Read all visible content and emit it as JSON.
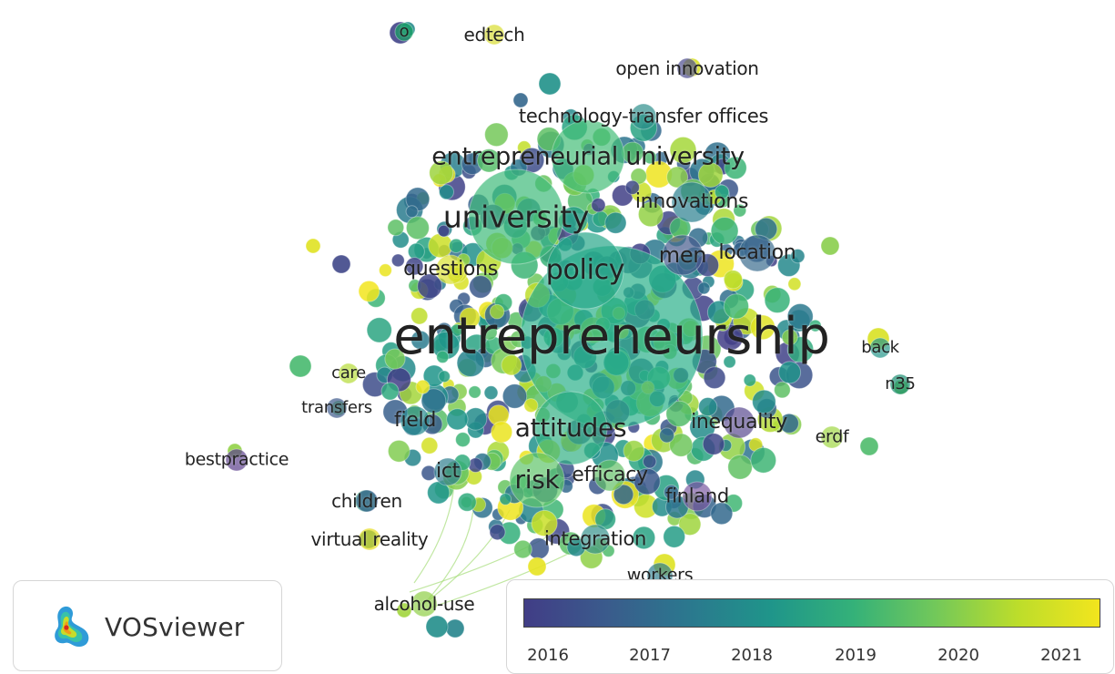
{
  "network": {
    "terms": [
      {
        "id": "t-entrepreneurship",
        "label": "entrepreneurship",
        "color": "#2bb08a"
      },
      {
        "id": "t-university",
        "label": "university",
        "color": "#3fbb7a"
      },
      {
        "id": "t-entrepreneurial-university",
        "label": "entrepreneurial university",
        "color": "#45bd77"
      },
      {
        "id": "t-policy",
        "label": "policy",
        "color": "#27a689"
      },
      {
        "id": "t-attitudes",
        "label": "attitudes",
        "color": "#33b085"
      },
      {
        "id": "t-risk",
        "label": "risk",
        "color": "#5fc46a"
      },
      {
        "id": "t-technology-transfer-offices",
        "label": "technology-transfer offices",
        "color": "#2e8f8c"
      },
      {
        "id": "t-innovations",
        "label": "innovations",
        "color": "#2a7f8e"
      },
      {
        "id": "t-questions",
        "label": "questions",
        "color": "#d8df2c"
      },
      {
        "id": "t-men",
        "label": "men",
        "color": "#465b8d"
      },
      {
        "id": "t-location",
        "label": "location",
        "color": "#3a6c8e"
      },
      {
        "id": "t-open-innovation",
        "label": "open innovation",
        "color": "#4b4b8e"
      },
      {
        "id": "t-edtech",
        "label": "edtech",
        "color": "#d9dd2e"
      },
      {
        "id": "t-o",
        "label": "o",
        "color": "#16a35f"
      },
      {
        "id": "t-back",
        "label": "back",
        "color": "#24978a"
      },
      {
        "id": "t-n35",
        "label": "n35",
        "color": "#138a6c"
      },
      {
        "id": "t-care",
        "label": "care",
        "color": "#b5dc35"
      },
      {
        "id": "t-transfers",
        "label": "transfers",
        "color": "#3d5a8c"
      },
      {
        "id": "t-field",
        "label": "field",
        "color": "#22888d"
      },
      {
        "id": "t-inequality",
        "label": "inequality",
        "color": "#5a4a90"
      },
      {
        "id": "t-erdf",
        "label": "erdf",
        "color": "#a0d743"
      },
      {
        "id": "t-bestpractice",
        "label": "bestpractice",
        "color": "#5b3e8c"
      },
      {
        "id": "t-ict",
        "label": "ict",
        "color": "#2e7e8e"
      },
      {
        "id": "t-efficacy",
        "label": "efficacy",
        "color": "#62c067"
      },
      {
        "id": "t-finland",
        "label": "finland",
        "color": "#7a58a1"
      },
      {
        "id": "t-children",
        "label": "children",
        "color": "#3c5b91"
      },
      {
        "id": "t-virtual-reality",
        "label": "virtual reality",
        "color": "#e6dd1c"
      },
      {
        "id": "t-integration",
        "label": "integration",
        "color": "#33928b"
      },
      {
        "id": "t-workers",
        "label": "workers",
        "color": "#2c7e8e"
      },
      {
        "id": "t-alcohol-use",
        "label": "alcohol-use",
        "color": "#8fce46"
      }
    ]
  },
  "branding": {
    "app_name": "VOSviewer"
  },
  "legend": {
    "ticks": [
      "2016",
      "2017",
      "2018",
      "2019",
      "2020",
      "2021"
    ],
    "colormap": [
      "#413d86",
      "#3a5b8c",
      "#2b788e",
      "#1f958a",
      "#34b179",
      "#72c85a",
      "#bcdd2b",
      "#f2e51d"
    ]
  }
}
